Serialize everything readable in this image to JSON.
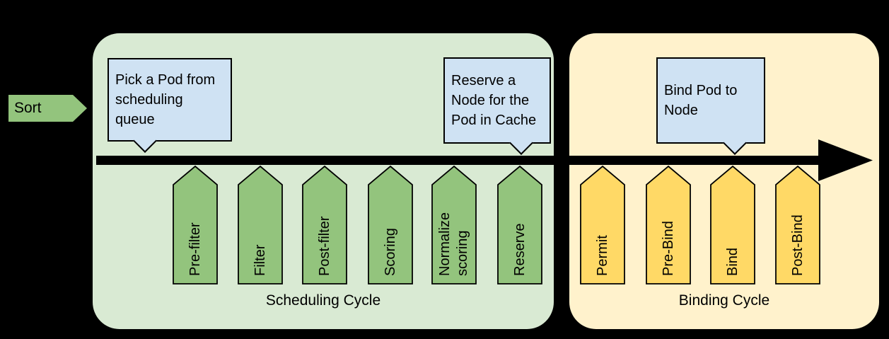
{
  "diagram": {
    "sort_label": "Sort",
    "scheduling_cycle": {
      "title": "Scheduling Cycle",
      "callouts": {
        "pick_pod": "Pick a Pod from\nscheduling\nqueue",
        "reserve_node": "Reserve a\nNode for the\nPod in Cache"
      },
      "extension_points": [
        {
          "label": "Pre-filter"
        },
        {
          "label": "Filter"
        },
        {
          "label": "Post-filter"
        },
        {
          "label": "Scoring"
        },
        {
          "label": "Normalize\nscoring"
        },
        {
          "label": "Reserve"
        }
      ]
    },
    "binding_cycle": {
      "title": "Binding Cycle",
      "callouts": {
        "bind_pod": "Bind Pod to\nNode"
      },
      "extension_points": [
        {
          "label": "Permit"
        },
        {
          "label": "Pre-Bind"
        },
        {
          "label": "Bind"
        },
        {
          "label": "Post-Bind"
        }
      ]
    },
    "colors": {
      "background": "#000000",
      "scheduling_container": "#d9ead3",
      "scheduling_arrow": "#93c47d",
      "binding_container": "#fff2cc",
      "binding_arrow": "#ffd966",
      "callout_fill": "#cfe2f3",
      "timeline_arrow": "#000000"
    }
  }
}
